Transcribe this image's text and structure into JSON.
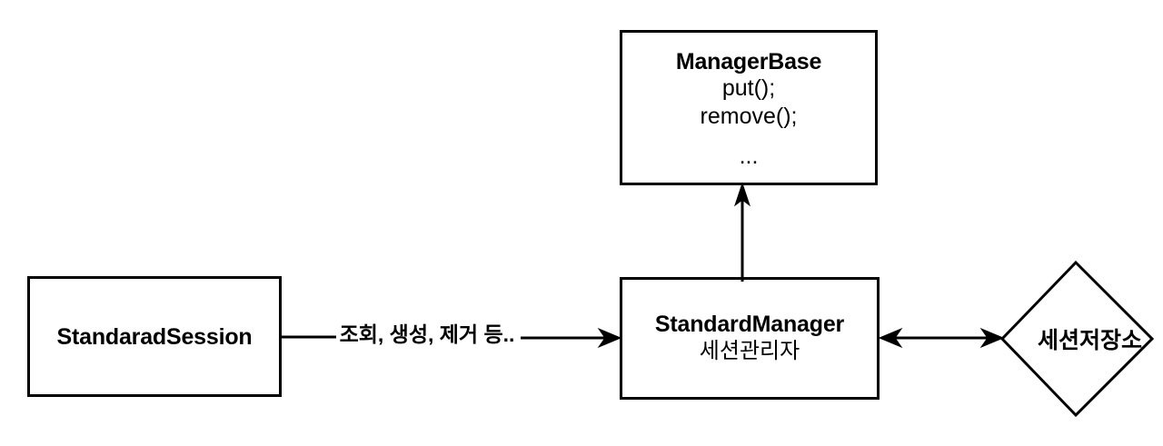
{
  "diagram": {
    "title": "Session manager class relationship diagram",
    "background_color": "#ffffff",
    "stroke_color": "#000000",
    "nodes": {
      "manager_base": {
        "shape": "rectangle",
        "title": "ManagerBase",
        "members": [
          "put();",
          "remove();"
        ],
        "ellipsis": "..."
      },
      "standarad_session": {
        "shape": "rectangle",
        "title": "StandaradSession"
      },
      "standard_manager": {
        "shape": "rectangle",
        "title": "StandardManager",
        "subtitle": "세션관리자"
      },
      "session_store": {
        "shape": "diamond",
        "title": "세션저장소"
      }
    },
    "edges": {
      "inheritance": {
        "from": "StandardManager",
        "to": "ManagerBase",
        "arrow": "single",
        "direction": "up",
        "label": ""
      },
      "usage": {
        "from": "StandaradSession",
        "to": "StandardManager",
        "arrow": "single",
        "direction": "right",
        "label": "조회, 생성, 제거 등.."
      },
      "store_link": {
        "from": "StandardManager",
        "to": "세션저장소",
        "arrow": "double",
        "direction": "both",
        "label": ""
      }
    }
  }
}
